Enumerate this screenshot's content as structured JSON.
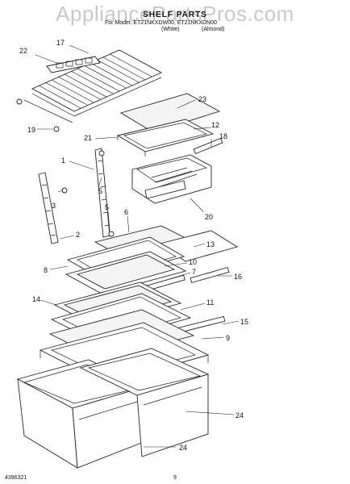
{
  "watermark": "AppliancePartsPros.com",
  "header": {
    "title": "SHELF PARTS",
    "subtitle": "For Model: ET21NKXDW00, ET21NKXDN00",
    "color_white": "(White)",
    "color_almond": "(Almond)"
  },
  "footer": {
    "doc_number": "4396321",
    "page_number": "9"
  },
  "callouts": [
    "22",
    "17",
    "23",
    "12",
    "18",
    "21",
    "19",
    "20",
    "1",
    "3",
    "5",
    "6",
    "5",
    "2",
    "13",
    "8",
    "10",
    "7",
    "16",
    "14",
    "11",
    "15",
    "9",
    "24",
    "24"
  ]
}
